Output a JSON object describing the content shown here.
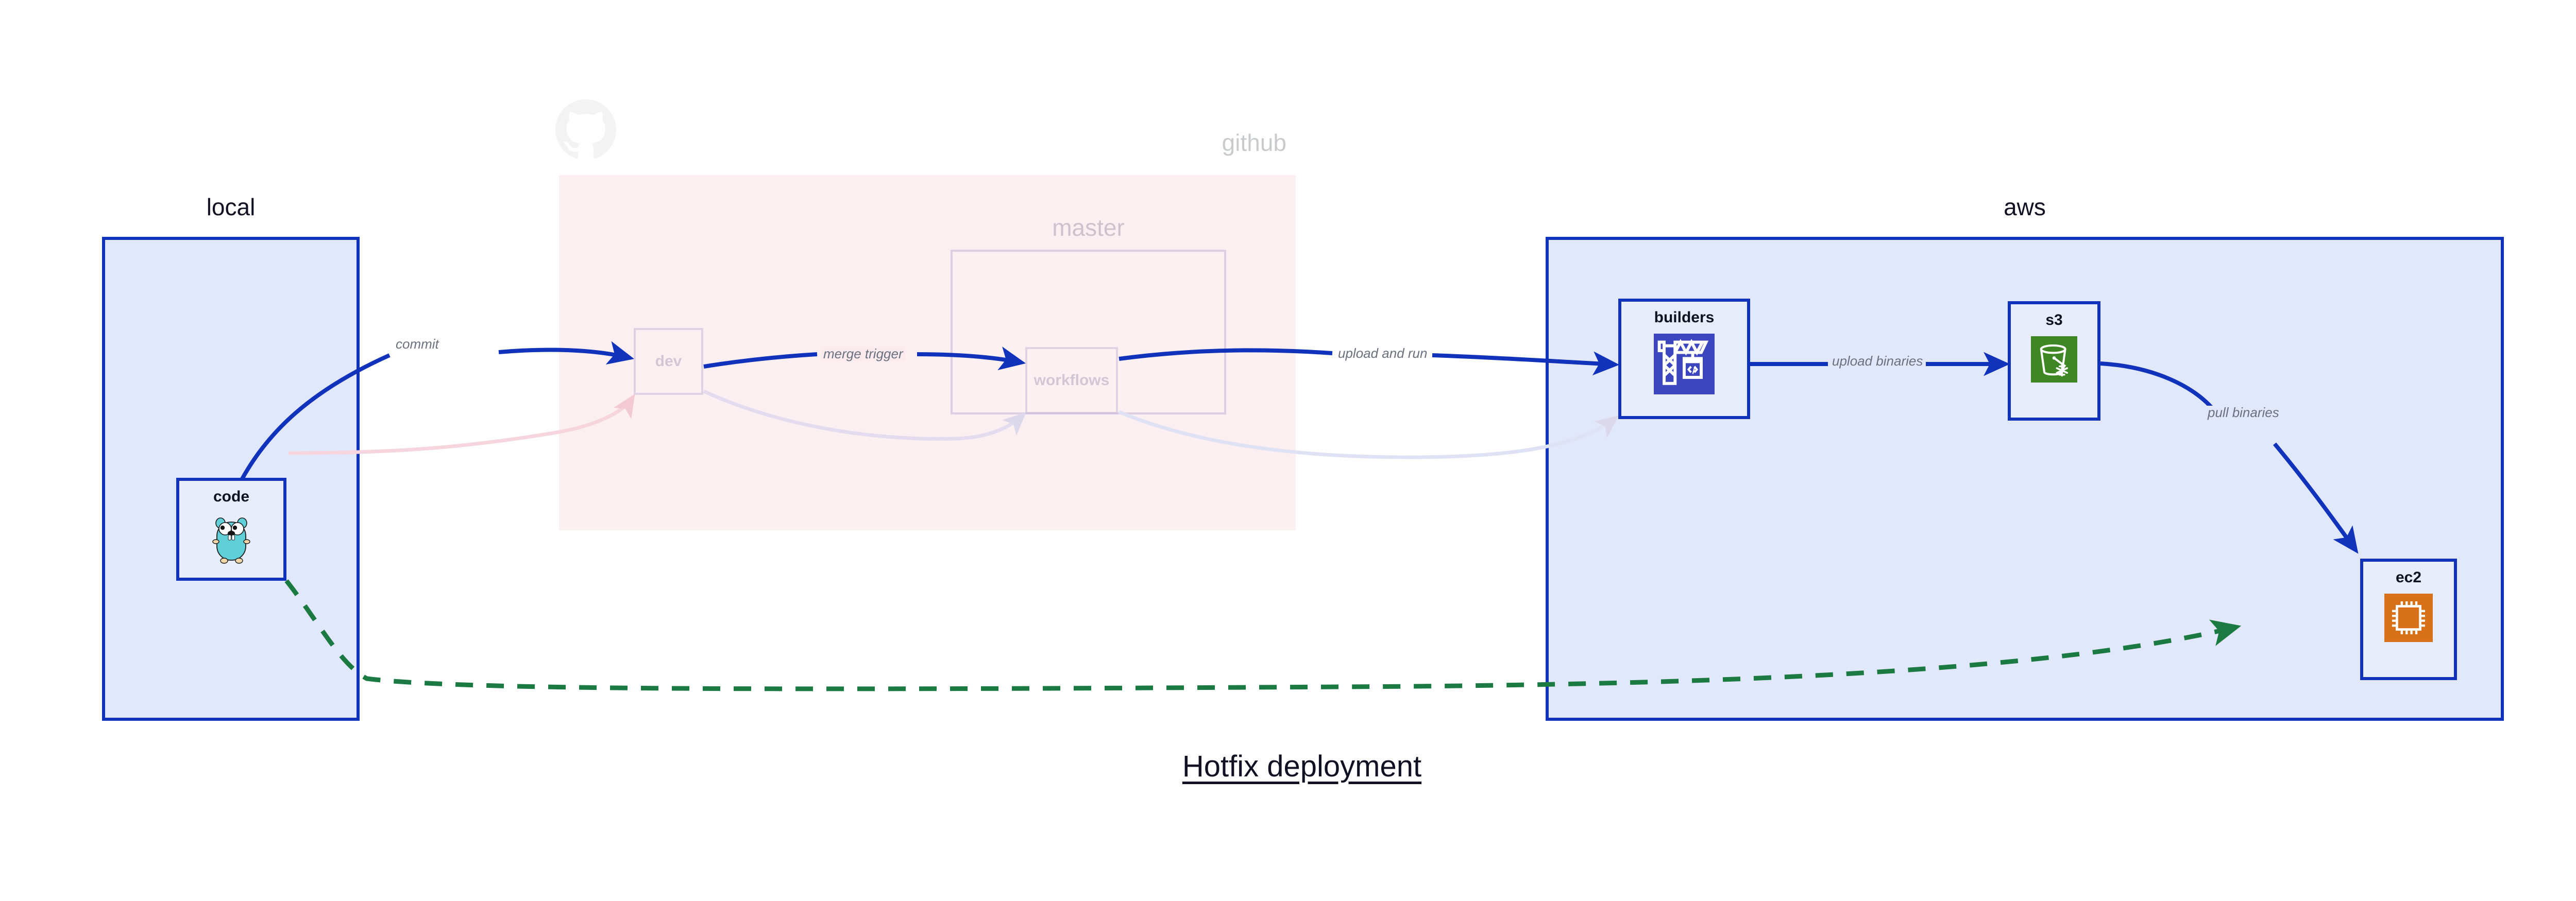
{
  "title": "Hotfix deployment",
  "containers": [
    {
      "id": "local",
      "label": "local"
    },
    {
      "id": "github",
      "label": "github"
    },
    {
      "id": "master",
      "label": "master"
    },
    {
      "id": "aws",
      "label": "aws"
    }
  ],
  "nodes": [
    {
      "id": "code",
      "label": "code",
      "icon": "go-gopher-icon",
      "group": "local",
      "state": "active"
    },
    {
      "id": "dev",
      "label": "dev",
      "icon": "none",
      "group": "github",
      "state": "faded"
    },
    {
      "id": "workflows",
      "label": "workflows",
      "icon": "none",
      "group": "master",
      "state": "faded"
    },
    {
      "id": "builders",
      "label": "builders",
      "icon": "codebuild-icon",
      "group": "aws",
      "state": "active"
    },
    {
      "id": "s3",
      "label": "s3",
      "icon": "s3-bucket-icon",
      "group": "aws",
      "state": "active"
    },
    {
      "id": "ec2",
      "label": "ec2",
      "icon": "ec2-chip-icon",
      "group": "aws",
      "state": "active"
    }
  ],
  "edges": [
    {
      "from": "code",
      "to": "dev",
      "label": "commit",
      "style": "solid",
      "color": "#1133bb"
    },
    {
      "from": "dev",
      "to": "workflows",
      "label": "merge trigger",
      "style": "solid",
      "color": "#1133bb"
    },
    {
      "from": "workflows",
      "to": "builders",
      "label": "upload and run",
      "style": "solid",
      "color": "#1133bb"
    },
    {
      "from": "builders",
      "to": "s3",
      "label": "upload binaries",
      "style": "solid",
      "color": "#1133bb"
    },
    {
      "from": "s3",
      "to": "ec2",
      "label": "pull binaries",
      "style": "solid",
      "color": "#1133bb"
    },
    {
      "from": "code",
      "to": "ec2",
      "label": "",
      "style": "dashed",
      "color": "#1b7a41"
    }
  ],
  "colors": {
    "accent_blue": "#1133bb",
    "container_blue_fill": "#e2e8fb",
    "github_pink_fill": "#fae4ea",
    "dashed_green": "#1b7a41",
    "codebuild_blue": "#3c46bf",
    "s3_green": "#3f8624",
    "ec2_orange": "#d9711a",
    "gopher_cyan": "#5fcfd8",
    "label_gray": "#6b707f",
    "text_dark": "#101223"
  }
}
